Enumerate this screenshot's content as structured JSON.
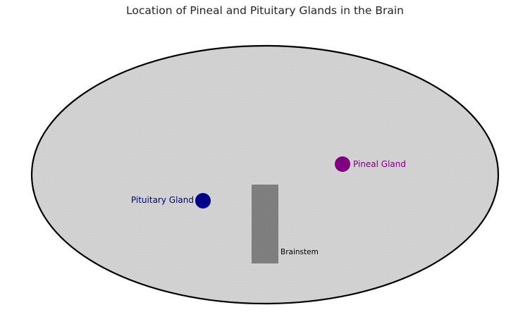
{
  "title": "Location of Pineal and Pituitary Glands in the Brain",
  "brain": {
    "fill": "#d3d3d3",
    "stroke": "#000000"
  },
  "brainstem": {
    "label": "Brainstem",
    "fill": "#808080",
    "label_color": "#000000"
  },
  "pituitary": {
    "label": "Pituitary Gland",
    "color": "#00008b"
  },
  "pineal": {
    "label": "Pineal Gland",
    "color": "#800080"
  }
}
